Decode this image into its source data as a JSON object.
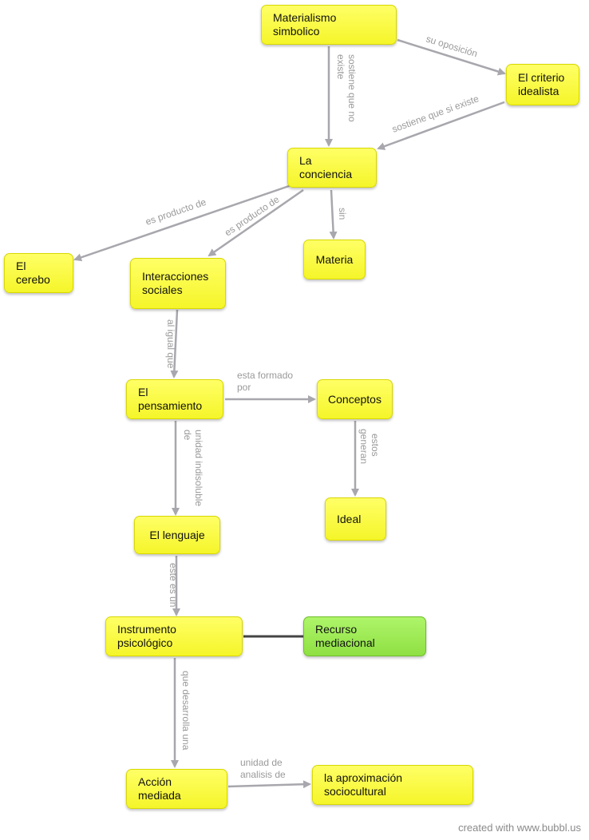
{
  "nodes": {
    "materialismo": "Materialismo simbolico",
    "criterio": "El criterio idealista",
    "conciencia": "La conciencia",
    "cerebro": "El cerebo",
    "interacciones": "Interacciones sociales",
    "materia": "Materia",
    "pensamiento": "El pensamiento",
    "conceptos": "Conceptos",
    "ideal": "Ideal",
    "lenguaje": "El lenguaje",
    "instrumento": "Instrumento psicológico",
    "recurso": "Recurso mediacional",
    "accion": "Acción mediada",
    "aproximacion": "la aproximación sociocultural"
  },
  "edges": {
    "sostiene_no_1": "sostiene que no",
    "sostiene_no_2": "existe",
    "su_oposicion": "su oposición",
    "sostiene_si": "sostiene que si existe",
    "producto_1": "es producto de",
    "producto_2": "es producto de",
    "sin": "sin",
    "al_igual": "al igual que",
    "formado_1": "esta formado",
    "formado_2": "por",
    "generan_1": "estos",
    "generan_2": "generan",
    "unidad_1": "unidad indisoluble",
    "unidad_2": "de",
    "este_es": "este es un",
    "desarrolla": "que desarrolla una",
    "analisis_1": "unidad de",
    "analisis_2": "analisis de"
  },
  "footer": "created with www.bubbl.us",
  "colors": {
    "node_fill": "#f5f52a",
    "green_fill": "#8fe043",
    "edge": "#a7a7ad",
    "label": "#9a9a9a"
  }
}
